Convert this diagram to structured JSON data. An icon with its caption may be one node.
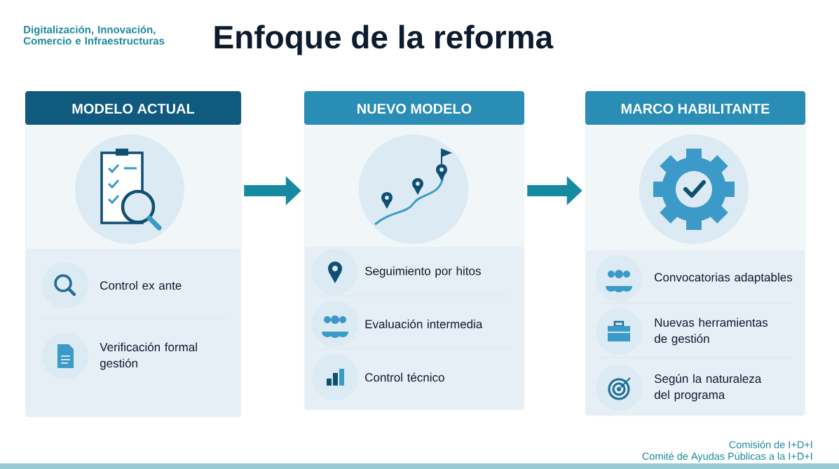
{
  "diagram": {
    "title": "Enfoque de la reforma",
    "nodes": [
      {
        "text": [
          "MODELO ACTUAL",
          "Control ex ante",
          "Verificación formal gestión"
        ]
      },
      {
        "text": [
          "NUEVO MODELO",
          "Seguimiento por hitos",
          "Evaluación intermedia",
          "Control técnico"
        ]
      },
      {
        "text": [
          "MARCO HABILITANTE",
          "Convocatorias adaptables",
          "Nuevas herramientas de gestión",
          "Según la naturaleza del programa"
        ]
      }
    ],
    "edges": [
      {
        "from": 0,
        "to": 1,
        "arrow": "to"
      },
      {
        "from": 1,
        "to": 2,
        "arrow": "to"
      }
    ],
    "labels": [
      "Digitalización, Innovación, Comercio e Infraestructuras",
      "Comisión de I+D+I",
      "Comité de Ayudas Públicas a la I+D+I"
    ]
  }
}
